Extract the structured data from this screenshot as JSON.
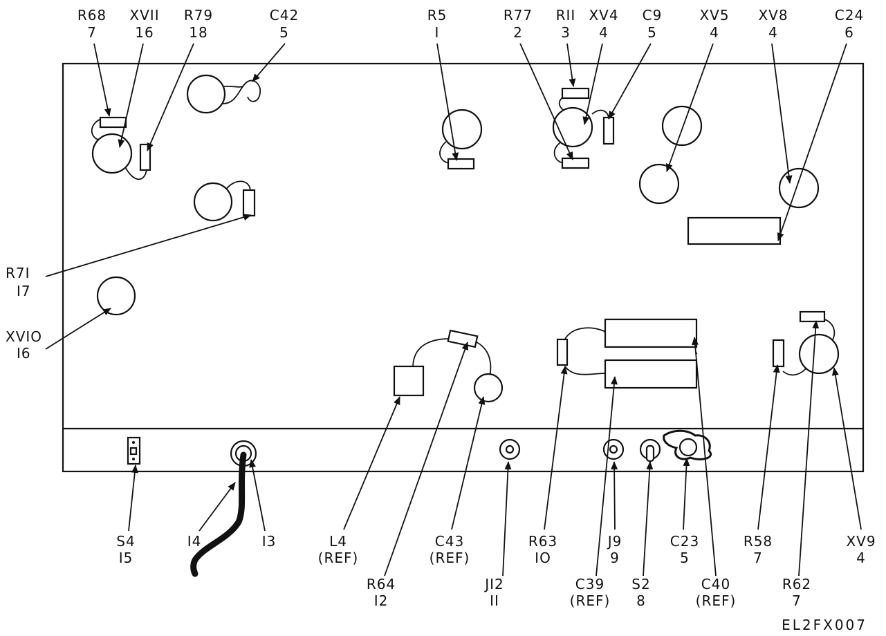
{
  "figure_id": "EL2FX007",
  "callouts": {
    "R68": {
      "ref": "R68",
      "item": "7"
    },
    "XV11": {
      "ref": "XVII",
      "item": "16"
    },
    "R79": {
      "ref": "R79",
      "item": "18"
    },
    "C42": {
      "ref": "C42",
      "item": "5"
    },
    "R5": {
      "ref": "R5",
      "item": "I"
    },
    "R77": {
      "ref": "R77",
      "item": "2"
    },
    "R11": {
      "ref": "RII",
      "item": "3"
    },
    "XV4": {
      "ref": "XV4",
      "item": "4"
    },
    "C9": {
      "ref": "C9",
      "item": "5"
    },
    "XV5": {
      "ref": "XV5",
      "item": "4"
    },
    "XV8": {
      "ref": "XV8",
      "item": "4"
    },
    "C24": {
      "ref": "C24",
      "item": "6"
    },
    "R71": {
      "ref": "R7I",
      "item": "I7"
    },
    "XV10": {
      "ref": "XVIO",
      "item": "I6"
    },
    "S4": {
      "ref": "S4",
      "item": "I5"
    },
    "I14": {
      "ref": "I4"
    },
    "I13": {
      "ref": "I3"
    },
    "L4": {
      "ref": "L4",
      "item": "(REF)"
    },
    "R64": {
      "ref": "R64",
      "item": "I2"
    },
    "C43": {
      "ref": "C43",
      "item": "(REF)"
    },
    "J12": {
      "ref": "JI2",
      "item": "II"
    },
    "R63": {
      "ref": "R63",
      "item": "IO"
    },
    "C39": {
      "ref": "C39",
      "item": "(REF)"
    },
    "J9": {
      "ref": "J9",
      "item": "9"
    },
    "S2": {
      "ref": "S2",
      "item": "8"
    },
    "C23": {
      "ref": "C23",
      "item": "5"
    },
    "C40": {
      "ref": "C40",
      "item": "(REF)"
    },
    "R58": {
      "ref": "R58",
      "item": "7"
    },
    "R62": {
      "ref": "R62",
      "item": "7"
    },
    "XV9": {
      "ref": "XV9",
      "item": "4"
    }
  }
}
